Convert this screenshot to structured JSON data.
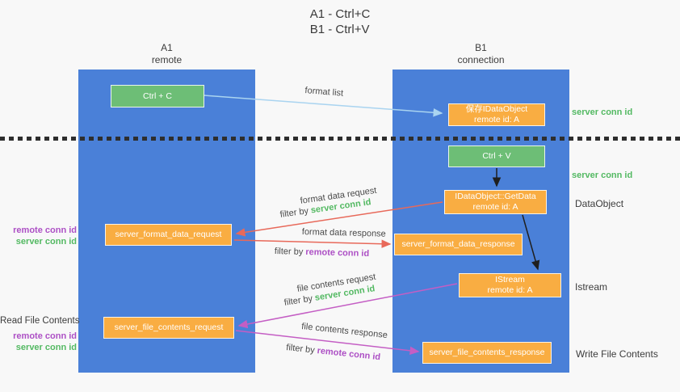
{
  "title": {
    "line1": "A1 - Ctrl+C",
    "line2": "B1 - Ctrl+V"
  },
  "lanes": {
    "left": {
      "title": "A1",
      "subtitle": "remote"
    },
    "right": {
      "title": "B1",
      "subtitle": "connection"
    }
  },
  "nodes": {
    "ctrl_c": {
      "label": "Ctrl + C"
    },
    "save_dataobject": {
      "line1": "保存IDataObject",
      "line2": "remote id: A"
    },
    "ctrl_v": {
      "label": "Ctrl + V"
    },
    "getdata": {
      "line1": "IDataObject::GetData",
      "line2": "remote id: A"
    },
    "format_request": {
      "label": "server_format_data_request"
    },
    "format_response": {
      "label": "server_format_data_response"
    },
    "istream": {
      "line1": "IStream",
      "line2": "remote id: A"
    },
    "file_request": {
      "label": "server_file_contents_request"
    },
    "file_response": {
      "label": "server_file_contents_response"
    }
  },
  "arrow_labels": {
    "format_list": "format list",
    "format_data_request": "format data request",
    "format_data_response": "format data response",
    "file_contents_request": "file contents request",
    "file_contents_response": "file contents response",
    "filter_by": "filter by"
  },
  "conn_ids": {
    "server": "server conn id",
    "remote": "remote conn id"
  },
  "side_labels": {
    "dataobject": "DataObject",
    "istream": "Istream",
    "read_file_contents": "Read File Contents",
    "write_file_contents": "Write File Contents"
  },
  "colors": {
    "lane_blue": "#4a80d8",
    "node_orange": "#f9ad42",
    "node_green": "#6dbe76",
    "conn_id_green": "#53b962",
    "conn_id_purple": "#ad50c5",
    "arrow_red": "#e8695a",
    "arrow_magenta": "#c45ec4",
    "arrow_blue": "#aad4f0",
    "arrow_black": "#1f1f1f",
    "background": "#f8f8f8"
  }
}
